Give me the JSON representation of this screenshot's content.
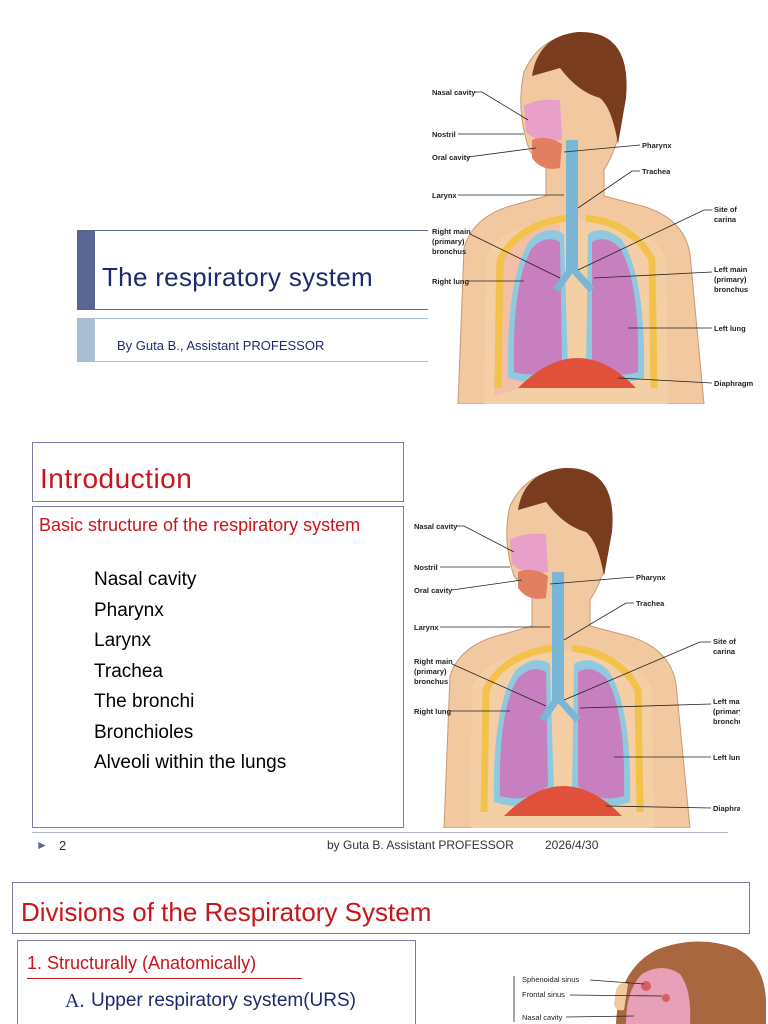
{
  "slide1": {
    "title": "The respiratory system",
    "subtitle": "By Guta B., Assistant PROFESSOR"
  },
  "slide2": {
    "title": "Introduction",
    "heading": "Basic structure of the respiratory system",
    "items": [
      "Nasal cavity",
      "Pharynx",
      "Larynx",
      "Trachea",
      "The bronchi",
      "Bronchioles",
      "Alveoli within the lungs"
    ],
    "page_number": "2",
    "footer": "by Guta B. Assistant PROFESSOR",
    "date": "2026/4/30"
  },
  "slide3": {
    "title": "Divisions of the Respiratory System",
    "heading": "1. Structurally (Anatomically)",
    "item_letter": "A.",
    "item_text": "Upper respiratory system(URS)"
  },
  "diagram_labels": {
    "nasal_cavity": "Nasal cavity",
    "nostril": "Nostril",
    "oral_cavity": "Oral cavity",
    "larynx": "Larynx",
    "right_main_1": "Right main",
    "right_main_2": "(primary)",
    "right_main_3": "bronchus",
    "right_lung": "Right lung",
    "pharynx": "Pharynx",
    "trachea": "Trachea",
    "site_1": "Site of",
    "site_2": "carina",
    "left_main_1": "Left main",
    "left_main_2": "(primary)",
    "left_main_3": "bronchus",
    "left_lung": "Left lung",
    "diaphragm": "Diaphragm"
  },
  "head_labels": {
    "sphenoidal_sinus": "Sphenoidal sinus",
    "frontal_sinus": "Frontal sinus",
    "nasal_cavity": "Nasal cavity"
  },
  "colors": {
    "title_blue": "#1f2a6e",
    "accent_red": "#c8141b",
    "bar_dark": "#5b6591",
    "bar_light": "#a9bdd3"
  }
}
